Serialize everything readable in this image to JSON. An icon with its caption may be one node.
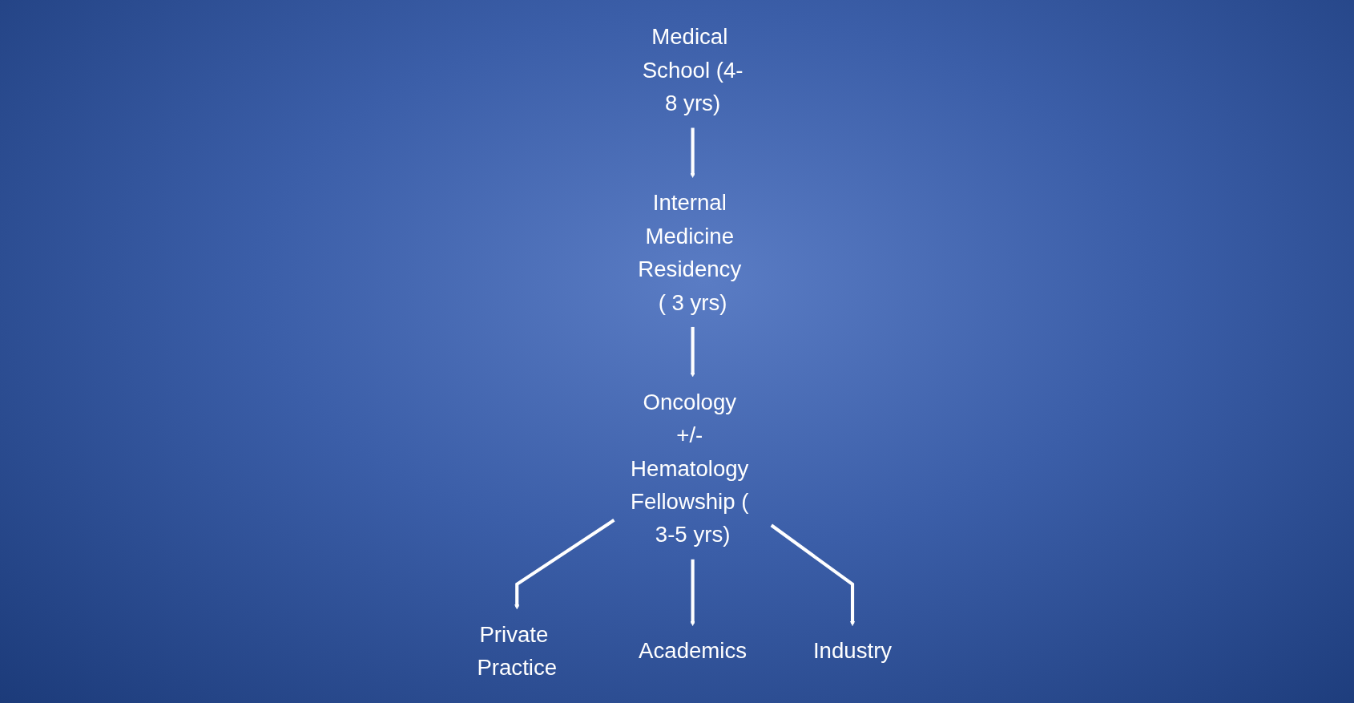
{
  "diagram": {
    "nodes": [
      {
        "text": [
          "Medical School (4-8 yrs)"
        ]
      },
      {
        "text": [
          "Internal Medicine Residency ( 3 yrs)"
        ]
      },
      {
        "text": [
          "Oncology +/- Hematology Fellowship ( 3-5 yrs)"
        ]
      },
      {
        "text": [
          "Private Practice"
        ]
      },
      {
        "text": [
          "Academics"
        ]
      },
      {
        "text": [
          "Industry"
        ]
      }
    ],
    "edges": [
      {
        "from": 0,
        "to": 1,
        "arrow": "to"
      },
      {
        "from": 1,
        "to": 2,
        "arrow": "to"
      },
      {
        "from": 2,
        "to": 3,
        "arrow": "to"
      },
      {
        "from": 2,
        "to": 4,
        "arrow": "to"
      },
      {
        "from": 2,
        "to": 5,
        "arrow": "to"
      }
    ]
  }
}
